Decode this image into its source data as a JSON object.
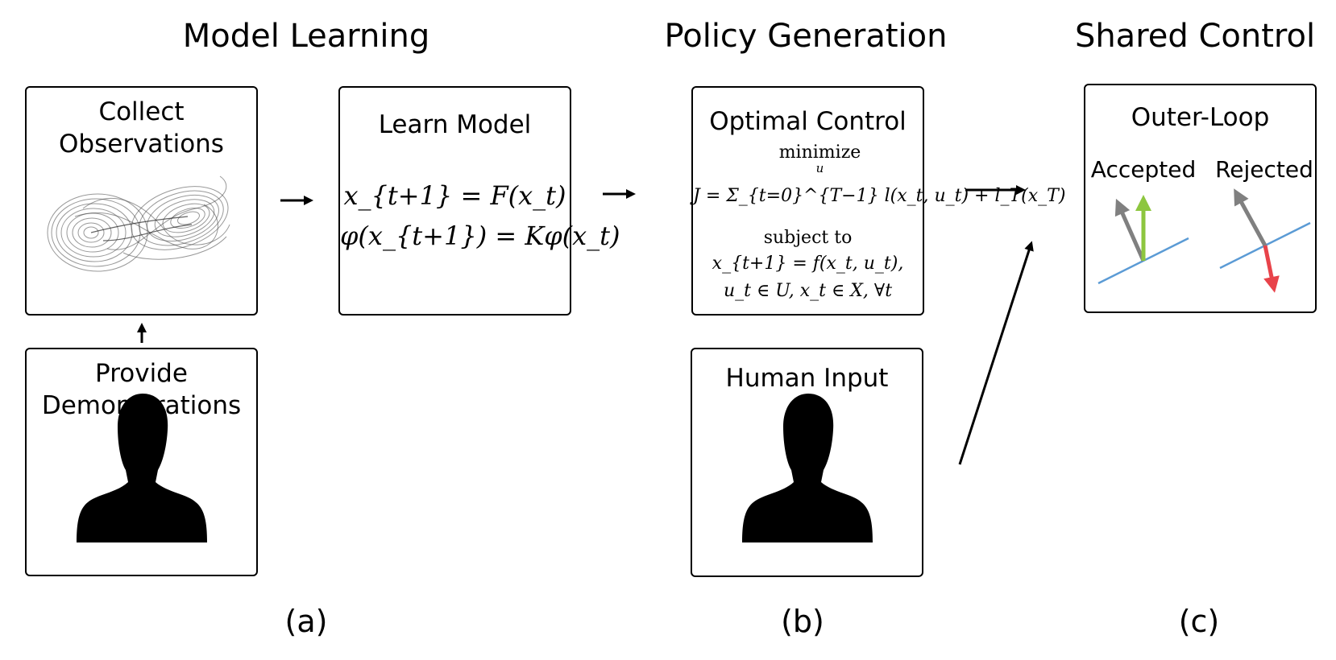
{
  "sections": {
    "a": {
      "title": "Model Learning",
      "caption": "(a)"
    },
    "b": {
      "title": "Policy Generation",
      "caption": "(b)"
    },
    "c": {
      "title": "Shared Control",
      "caption": "(c)"
    }
  },
  "boxes": {
    "collect": {
      "line1": "Collect",
      "line2": "Observations"
    },
    "provide": {
      "line1": "Provide",
      "line2": "Demonstrations"
    },
    "learn": {
      "title": "Learn Model",
      "eq1": "x_{t+1} = F(x_t)",
      "eq2": "φ(x_{t+1}) = Kφ(x_t)"
    },
    "optimal": {
      "title": "Optimal Control",
      "minimize": "minimize",
      "minimize_sub": "u",
      "cost_eq": "J = Σ_{t=0}^{T−1} l(x_t, u_t) + l_T(x_T)",
      "subject_to": "subject to",
      "dyn_eq": "x_{t+1} = f(x_t, u_t),",
      "constraint_eq": "u_t ∈ U, x_t ∈ X, ∀t"
    },
    "human": {
      "title": "Human Input"
    },
    "outer": {
      "title": "Outer-Loop",
      "accepted": "Accepted",
      "rejected": "Rejected"
    }
  },
  "icons": {
    "person": "person-silhouette-icon",
    "attractor": "lorenz-attractor-icon"
  },
  "colors": {
    "accepted_arrow": "#8dc63f",
    "rejected_arrow": "#e8434a",
    "human_arrow": "#808080",
    "boundary_line": "#5b9bd5"
  }
}
